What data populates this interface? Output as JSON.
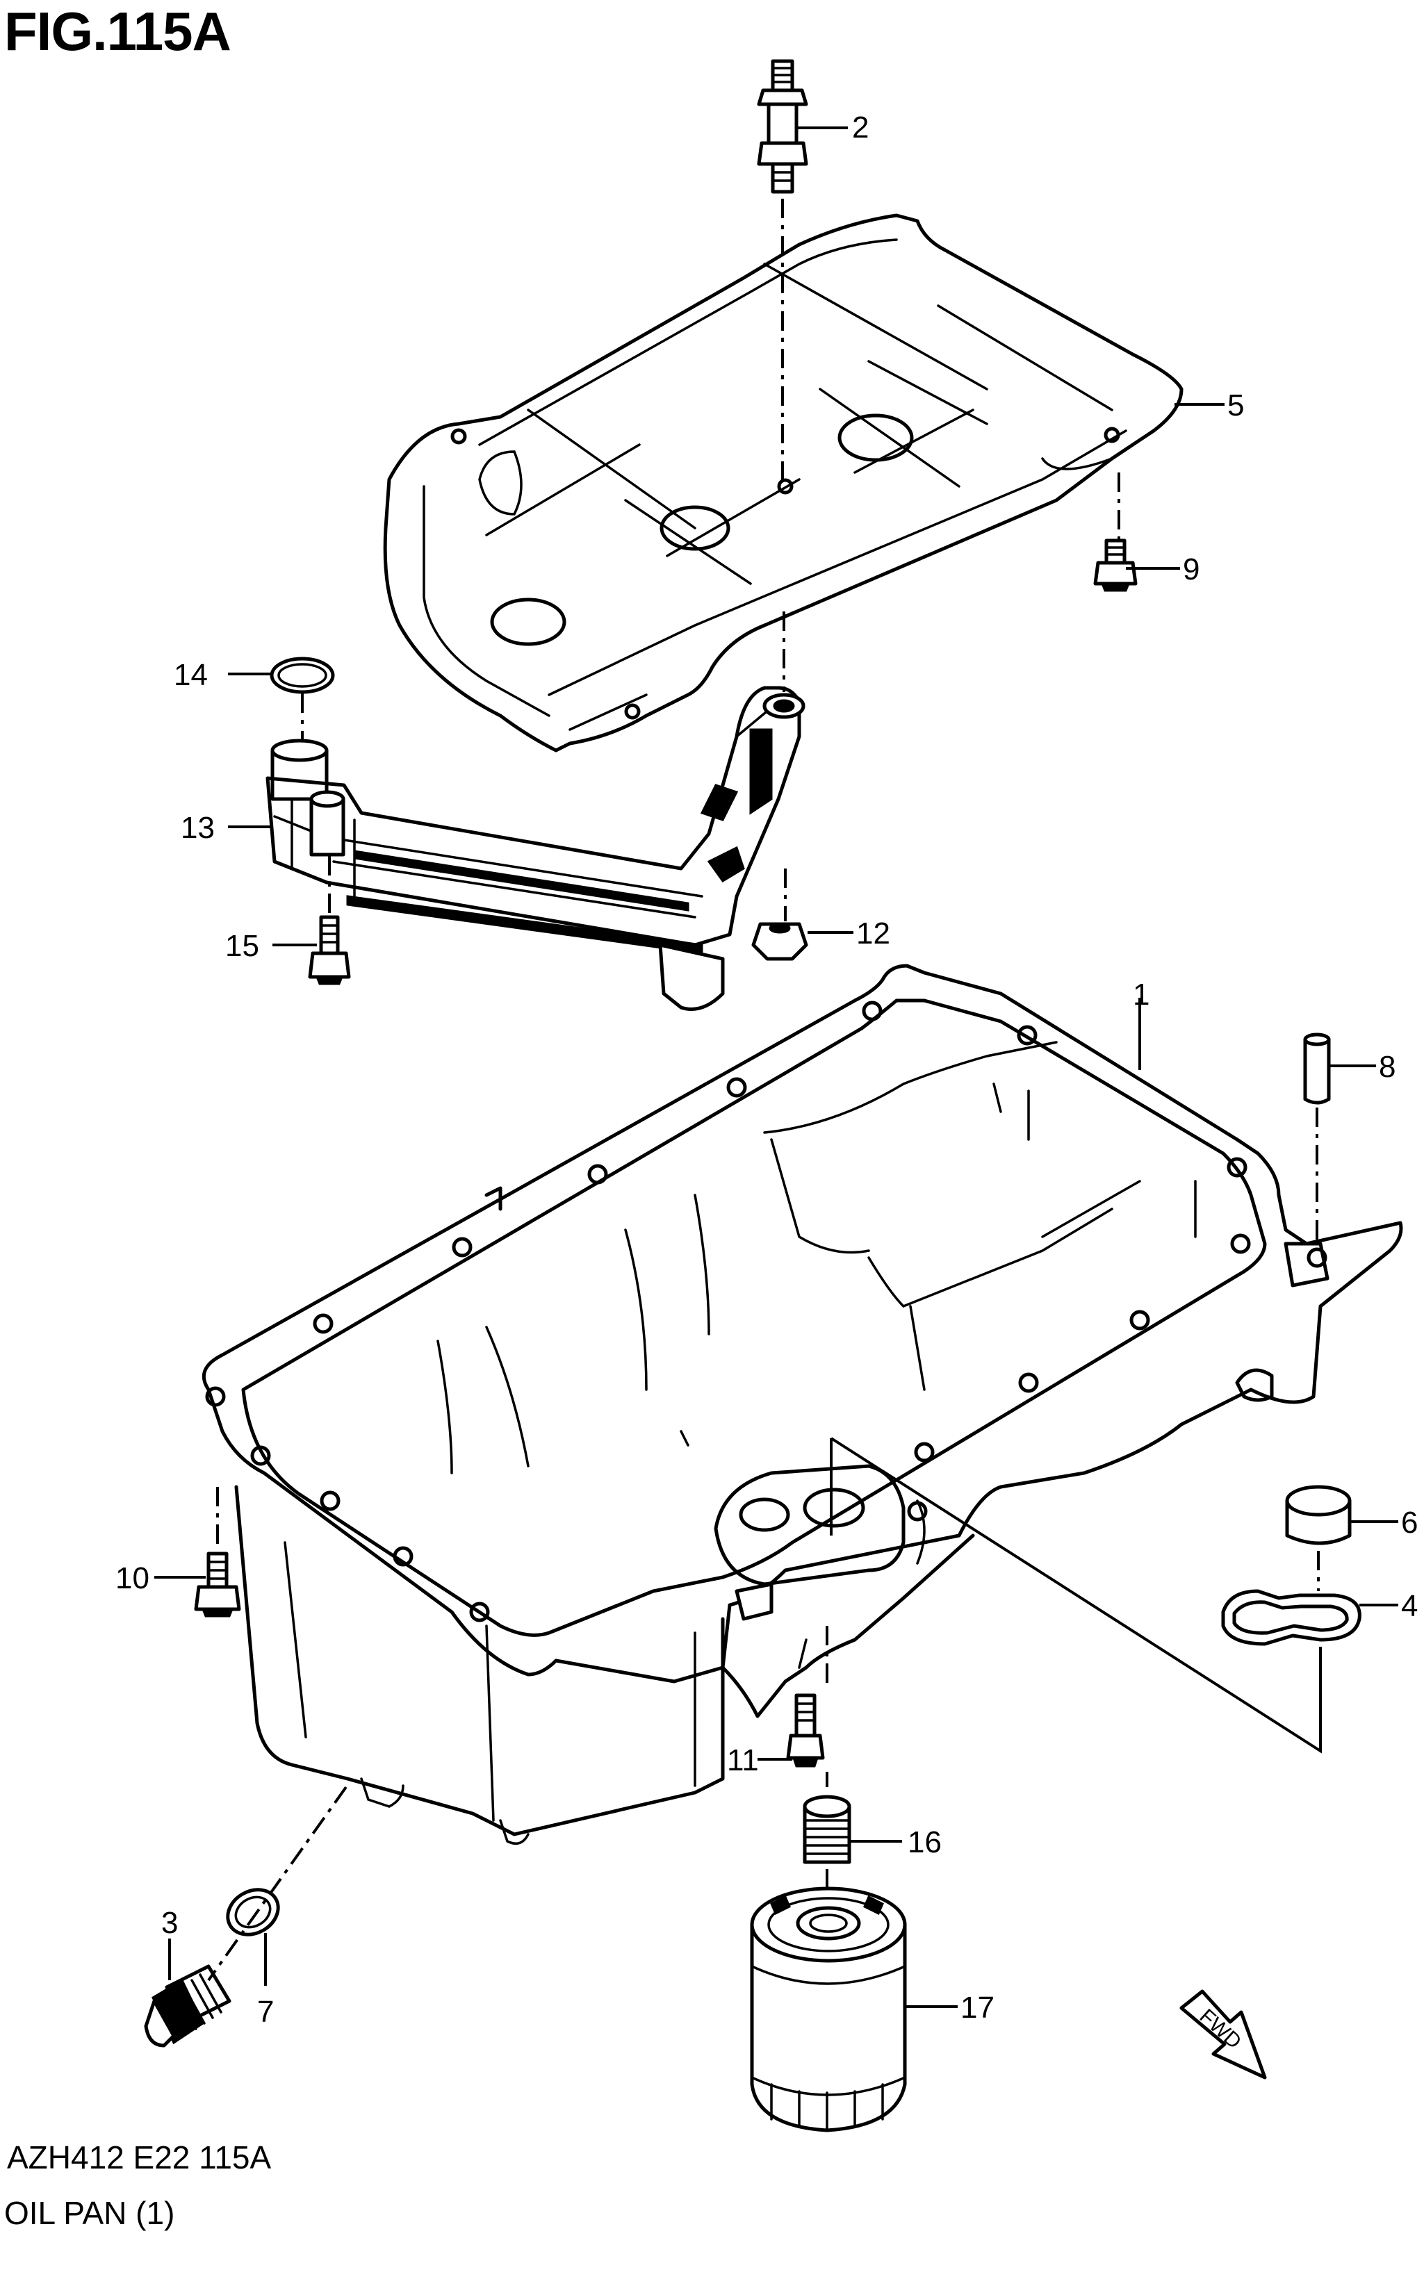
{
  "figure": {
    "title": "FIG.115A",
    "code": "AZH412 E22 115A",
    "name": "OIL PAN (1)"
  },
  "callouts": [
    {
      "id": "c1",
      "text": "1",
      "part": "oil pan"
    },
    {
      "id": "c2",
      "text": "2",
      "part": "stud bolt"
    },
    {
      "id": "c3",
      "text": "3",
      "part": "drain plug"
    },
    {
      "id": "c4",
      "text": "4",
      "part": "o-ring"
    },
    {
      "id": "c5",
      "text": "5",
      "part": "oil pan baffle"
    },
    {
      "id": "c6",
      "text": "6",
      "part": "plug"
    },
    {
      "id": "c7",
      "text": "7",
      "part": "gasket"
    },
    {
      "id": "c8",
      "text": "8",
      "part": "pin"
    },
    {
      "id": "c9",
      "text": "9",
      "part": "bolt"
    },
    {
      "id": "c10",
      "text": "10",
      "part": "bolt"
    },
    {
      "id": "c11",
      "text": "11",
      "part": "bolt"
    },
    {
      "id": "c12",
      "text": "12",
      "part": "nut"
    },
    {
      "id": "c13",
      "text": "13",
      "part": "oil strainer"
    },
    {
      "id": "c14",
      "text": "14",
      "part": "o-ring"
    },
    {
      "id": "c15",
      "text": "15",
      "part": "bolt"
    },
    {
      "id": "c16",
      "text": "16",
      "part": "union bolt"
    },
    {
      "id": "c17",
      "text": "17",
      "part": "oil filter"
    }
  ],
  "direction_marker": {
    "text": "FWD",
    "icon": "fwd-arrow-icon"
  }
}
